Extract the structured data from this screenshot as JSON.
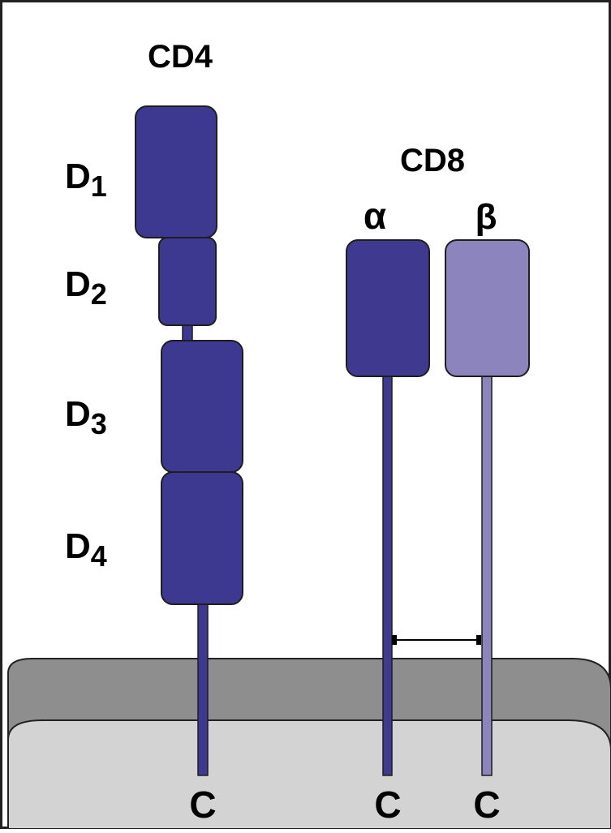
{
  "colors": {
    "cd4_domain": "#3d3890",
    "cd8_alpha": "#3f3a8f",
    "cd8_beta": "#8c84bc",
    "membrane_outer": "#8e8e8e",
    "membrane_inner": "#d3d3d3",
    "outline": "#1e1e1e"
  },
  "cd4": {
    "title": "CD4",
    "domains": [
      {
        "label": "D",
        "sub": "1"
      },
      {
        "label": "D",
        "sub": "2"
      },
      {
        "label": "D",
        "sub": "3"
      },
      {
        "label": "D",
        "sub": "4"
      }
    ],
    "c_terminus": "C"
  },
  "cd8": {
    "title": "CD8",
    "alpha": {
      "label": "α",
      "c_terminus": "C"
    },
    "beta": {
      "label": "β",
      "c_terminus": "C"
    }
  }
}
